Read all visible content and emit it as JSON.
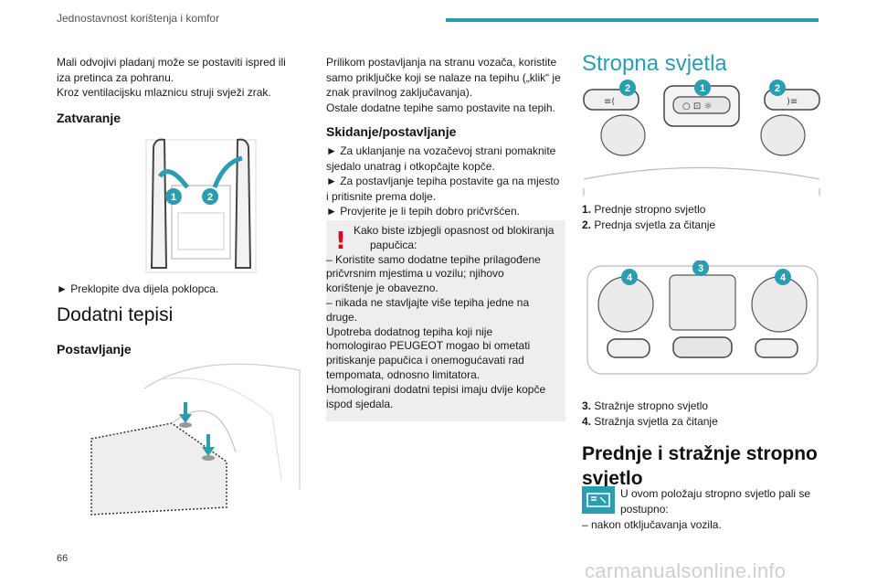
{
  "header": {
    "section": "Jednostavnost korištenja i komfor"
  },
  "page_number": "66",
  "col1": {
    "intro": [
      "Mali odvojivi pladanj može se postaviti ispred ili",
      "iza pretinca za pohranu.",
      "Kroz ventilacijsku mlaznicu struji svježi zrak."
    ],
    "zatvaranje_title": "Zatvaranje",
    "zatvaranje_step": "► Preklopite dva dijela poklopca.",
    "dodatni_title": "Dodatni tepisi",
    "postavljanje_title": "Postavljanje",
    "fig1_badges": [
      "1",
      "2"
    ]
  },
  "col2": {
    "intro": [
      "Prilikom postavljanja na stranu vozača, koristite",
      "samo priključke koji se nalaze na tepihu („klik“ je",
      "znak pravilnog zaključavanja).",
      "Ostale dodatne tepihe samo postavite na tepih."
    ],
    "skidanje_title": "Skidanje/postavljanje",
    "steps": [
      "► Za uklanjanje na vozačevoj strani pomaknite",
      "sjedalo unatrag i otkopčajte kopče.",
      "► Za postavljanje tepiha postavite ga na mjesto",
      "i pritisnite prema dolje.",
      "► Provjerite je li tepih dobro pričvršćen."
    ],
    "warning_mark": "!",
    "warning": [
      "Kako biste izbjegli opasnost od blokiranja",
      "papučica:",
      "– Koristite samo dodatne tepihe prilagođene",
      "pričvrsnim mjestima u vozilu; njihovo",
      "korištenje je obavezno.",
      "– nikada ne stavljajte više tepiha jedne na",
      "druge.",
      "Upotreba dodatnog tepiha koji nije",
      "homologirao PEUGEOT mogao bi ometati",
      "pritiskanje papučica i onemogućavati rad",
      "tempomata, odnosno limitatora.",
      "Homologirani dodatni tepisi imaju dvije kopče",
      "ispod sjedala."
    ]
  },
  "col3": {
    "title": "Stropna svjetla",
    "fig_front_badges": [
      "2",
      "1",
      "2"
    ],
    "front_items": [
      {
        "n": "1.",
        "t": "Prednje stropno svjetlo"
      },
      {
        "n": "2.",
        "t": "Prednja svjetla za čitanje"
      }
    ],
    "fig_rear_badges": [
      "4",
      "3",
      "4"
    ],
    "rear_items": [
      {
        "n": "3.",
        "t": "Stražnje stropno svjetlo"
      },
      {
        "n": "4.",
        "t": "Stražnja svjetla za čitanje"
      }
    ],
    "section_title_lines": [
      "Prednje i stražnje stropno",
      "svjetlo"
    ],
    "icon_text": [
      "U ovom položaju stropno svjetlo pali se",
      "postupno:"
    ],
    "bullet": "– nakon otključavanja vozila."
  },
  "watermark": "carmanualsonline.info",
  "colors": {
    "accent": "#2a9db0",
    "warning": "#e2001a",
    "callout_bg": "#eeeeee"
  }
}
